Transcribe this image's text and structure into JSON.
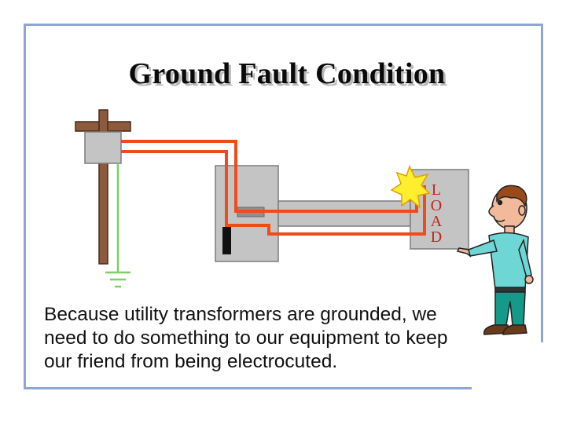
{
  "slide": {
    "title": "Ground Fault Condition",
    "load_label": [
      "L",
      "O",
      "A",
      "D"
    ],
    "caption": "Because utility transformers are grounded,  we need to do something to our equipment to keep our friend from being electrocuted."
  },
  "colors": {
    "frame": "#8fa5d6",
    "live_wire": "#ef4b1c",
    "ground_wire": "#7fd067",
    "equipment_gray": "#c4c4c4",
    "spark": "#ffef2e",
    "load_text": "#c0241b",
    "shirt": "#6fd6d6",
    "pants": "#159a8a"
  },
  "icons": [
    "utility-pole-icon",
    "transformer-icon",
    "ground-symbol-icon",
    "spark-icon",
    "person-pointing-icon"
  ]
}
